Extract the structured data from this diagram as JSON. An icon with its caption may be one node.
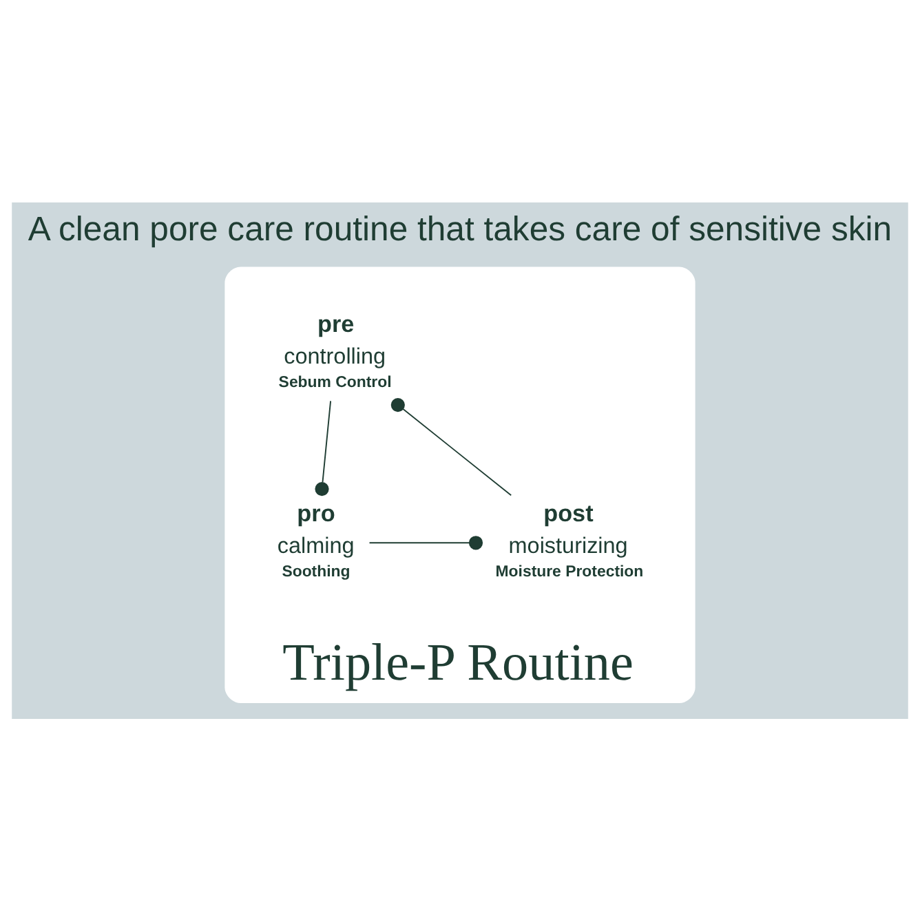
{
  "diagram": {
    "title": "A clean pore care routine that takes care of sensitive skin",
    "nodes": [
      {
        "text": [
          "Triple-P Routine"
        ]
      },
      {
        "text": [
          "pre",
          "controlling",
          "Sebum Control"
        ],
        "in": 0
      },
      {
        "text": [
          "pro",
          "calming",
          "Soothing"
        ],
        "in": 0
      },
      {
        "text": [
          "post",
          "moisturizing",
          "Moisture Protection"
        ],
        "in": 0
      }
    ],
    "edges": [
      {
        "from": 1,
        "to": 2,
        "arrow": "other"
      },
      {
        "from": 2,
        "to": 3,
        "arrow": "other"
      },
      {
        "from": 3,
        "to": 1,
        "arrow": "other"
      }
    ]
  }
}
